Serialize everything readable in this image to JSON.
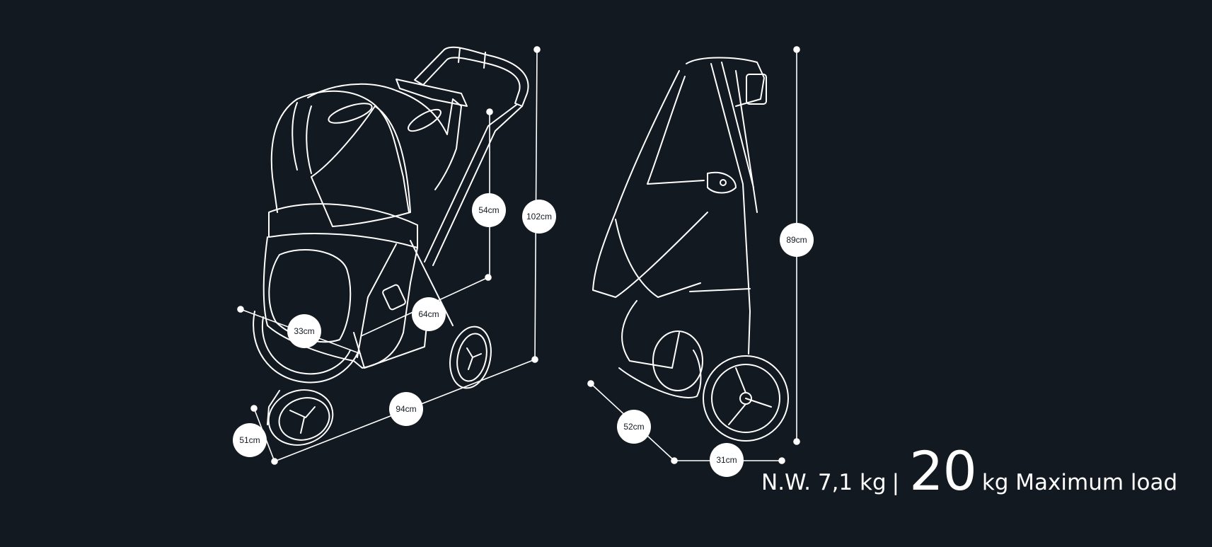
{
  "dimensions": {
    "open": {
      "seat_height": "54cm",
      "total_height": "102cm",
      "length_top": "64cm",
      "cabin_width": "33cm",
      "length": "94cm",
      "width": "51cm"
    },
    "folded": {
      "height": "89cm",
      "depth": "52cm",
      "width": "31cm"
    }
  },
  "weight": {
    "net_label": "N.W. 7,1 kg",
    "separator": "|",
    "max_value": "20",
    "max_label": "kg Maximum load"
  },
  "colors": {
    "background": "#131920",
    "line": "#ffffff"
  }
}
